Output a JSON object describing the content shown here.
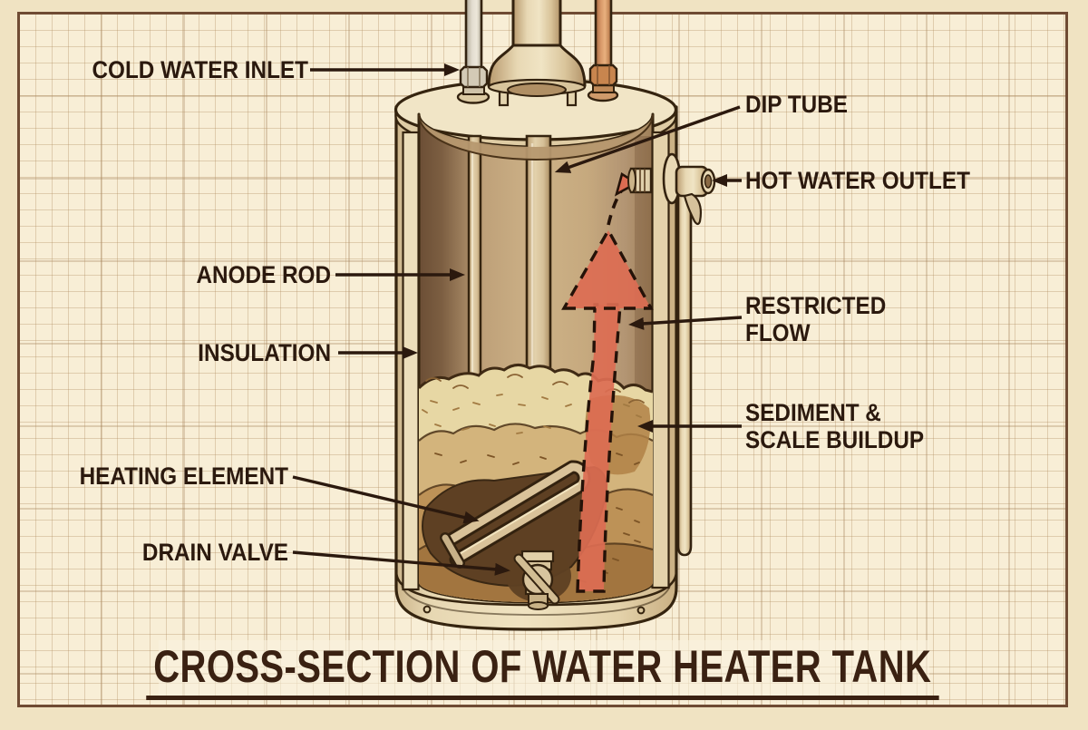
{
  "diagram": {
    "title": "CROSS-SECTION OF WATER HEATER TANK",
    "labels": {
      "cold_water_inlet": "COLD WATER INLET",
      "dip_tube": "DIP TUBE",
      "hot_water_outlet": "HOT WATER OUTLET",
      "anode_rod": "ANODE ROD",
      "restricted_flow": "RESTRICTED\nFLOW",
      "insulation": "INSULATION",
      "sediment_scale_buildup": "SEDIMENT &\nSCALE BUILDUP",
      "heating_element": "HEATING ELEMENT",
      "drain_valve": "DRAIN VALVE"
    },
    "colors": {
      "paper": "#f8eed6",
      "margin": "#f0e3c2",
      "frame": "#6f4b33",
      "label_text": "#2b190e",
      "tank_outline": "#35240f",
      "tank_body": "#ecdcb8",
      "interior_dark": "#6b4e35",
      "interior_light": "#cdb288",
      "sediment_light": "#e7d7a4",
      "sediment_mid": "#d3b47c",
      "sediment_dark": "#a2753f",
      "cavity_brown": "#5e4023",
      "flow_arrow_red": "#dc6c52",
      "copper_pipe": "#cf9064",
      "steel_pipe": "#dcd6c8"
    }
  }
}
